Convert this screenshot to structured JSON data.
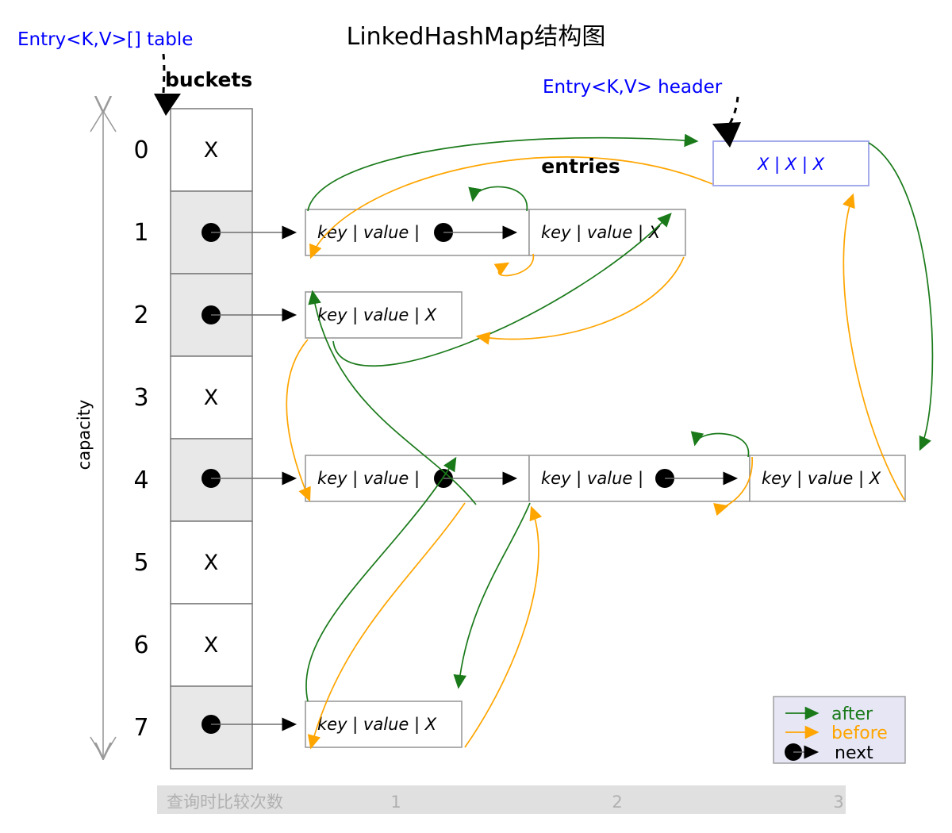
{
  "title": "LinkedHashMap结构图",
  "labels": {
    "table_label": "Entry<K,V>[] table",
    "buckets": "buckets",
    "header_label": "Entry<K,V> header",
    "entries": "entries",
    "capacity": "capacity"
  },
  "colors": {
    "after": "#1a7a1a",
    "before": "#ffa500",
    "next": "#000000",
    "link_blue": "#0000ff",
    "header_border": "#9aa0e8",
    "filled_cell": "#e8e8e8",
    "empty_cell": "#ffffff",
    "bottom_bar": "#e0e0e0",
    "bottom_text": "#b0b0b0"
  },
  "header_entry": {
    "fields": [
      "X",
      "|",
      "X",
      "|",
      "X"
    ],
    "text": "X  |  X  | X"
  },
  "table": {
    "rows": [
      {
        "index": "0",
        "filled": false,
        "mark": "X"
      },
      {
        "index": "1",
        "filled": true,
        "mark": "●"
      },
      {
        "index": "2",
        "filled": true,
        "mark": "●"
      },
      {
        "index": "3",
        "filled": false,
        "mark": "X"
      },
      {
        "index": "4",
        "filled": true,
        "mark": "●"
      },
      {
        "index": "5",
        "filled": false,
        "mark": "X"
      },
      {
        "index": "6",
        "filled": false,
        "mark": "X"
      },
      {
        "index": "7",
        "filled": true,
        "mark": "●"
      }
    ]
  },
  "chains": [
    {
      "bucket": "1",
      "nodes": [
        {
          "key": "key",
          "value": "value",
          "next": "●"
        },
        {
          "key": "key",
          "value": "value",
          "next": "X"
        }
      ]
    },
    {
      "bucket": "2",
      "nodes": [
        {
          "key": "key",
          "value": "value",
          "next": "X"
        }
      ]
    },
    {
      "bucket": "4",
      "nodes": [
        {
          "key": "key",
          "value": "value",
          "next": "●"
        },
        {
          "key": "key",
          "value": "value",
          "next": "●"
        },
        {
          "key": "key",
          "value": "value",
          "next": "X"
        }
      ]
    },
    {
      "bucket": "7",
      "nodes": [
        {
          "key": "key",
          "value": "value",
          "next": "X"
        }
      ]
    }
  ],
  "node_text": {
    "sep": "|",
    "key": "key",
    "value": "value",
    "null_mark": "X",
    "ptr_mark": "●"
  },
  "legend": {
    "items": [
      {
        "label": "after",
        "color": "#1a7a1a",
        "kind": "arrow"
      },
      {
        "label": "before",
        "color": "#ffa500",
        "kind": "arrow"
      },
      {
        "label": "next",
        "color": "#000000",
        "kind": "dot-arrow"
      }
    ]
  },
  "bottom_bar": {
    "label": "查询时比较次数",
    "counts": [
      "1",
      "2",
      "3"
    ]
  }
}
